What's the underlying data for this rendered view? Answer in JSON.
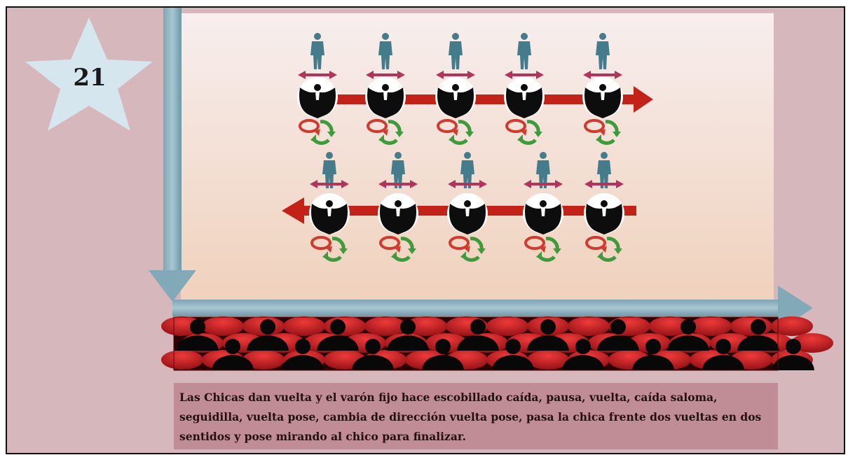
{
  "step_number": "21",
  "description": "Las Chicas dan vuelta y el varón fijo hace escobillado caída, pausa, vuelta, caída saloma, seguidilla, vuelta pose, cambia de dirección vuelta pose, pasa la chica frente dos vueltas en dos sentidos y pose mirando al chico para finalizar.",
  "colors": {
    "background": "#d5b7bc",
    "stage_top": "#f7eeee",
    "stage_bottom": "#f0d1bc",
    "axis_arrow": "#8fb3c0",
    "direction_arrow": "#c32218",
    "man_figure": "#447c8c",
    "side_step_arrow": "#b1345e",
    "dancer_silhouette": "#0d0d0d",
    "turn_red": "#cf3b2f",
    "turn_green": "#3f9a3b",
    "audience_red": "#c0141a",
    "text_box": "#c08c95"
  },
  "icons": {
    "step_badge": "star-badge",
    "man": "standing-man-icon",
    "woman": "flamenco-dancer-icon",
    "turn": "rotation-arrows-icon",
    "audience": "theater-audience"
  },
  "diagram": {
    "rows": [
      {
        "name": "row-1",
        "dancer_pairs": 5,
        "travel_direction": "right"
      },
      {
        "name": "row-2",
        "dancer_pairs": 5,
        "travel_direction": "left"
      }
    ]
  }
}
